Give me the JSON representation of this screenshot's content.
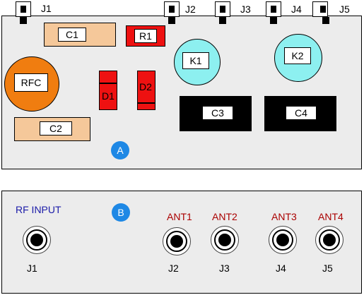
{
  "diagram_a": {
    "badge": "A",
    "jacks": [
      {
        "label": "J1"
      },
      {
        "label": "J2"
      },
      {
        "label": "J3"
      },
      {
        "label": "J4"
      },
      {
        "label": "J5"
      }
    ],
    "components": {
      "c1": "C1",
      "r1": "R1",
      "rfc": "RFC",
      "k1": "K1",
      "k2": "K2",
      "d1": "D1",
      "d2": "D2",
      "c2": "C2",
      "c3": "C3",
      "c4": "C4"
    }
  },
  "diagram_b": {
    "badge": "B",
    "input_label": "RF INPUT",
    "connectors": [
      {
        "top_label": "",
        "bottom_label": "J1"
      },
      {
        "top_label": "ANT1",
        "bottom_label": "J2"
      },
      {
        "top_label": "ANT2",
        "bottom_label": "J3"
      },
      {
        "top_label": "ANT3",
        "bottom_label": "J4"
      },
      {
        "top_label": "ANT4",
        "bottom_label": "J5"
      }
    ]
  },
  "colors": {
    "panel": "#ececec",
    "capacitor": "#f5c89a",
    "resistor": "#ee1111",
    "choke": "#f07d10",
    "relay": "#8df0f0",
    "badge": "#1e88e5",
    "antenna_label": "#aa0000",
    "input_label": "#1a1aa8"
  }
}
